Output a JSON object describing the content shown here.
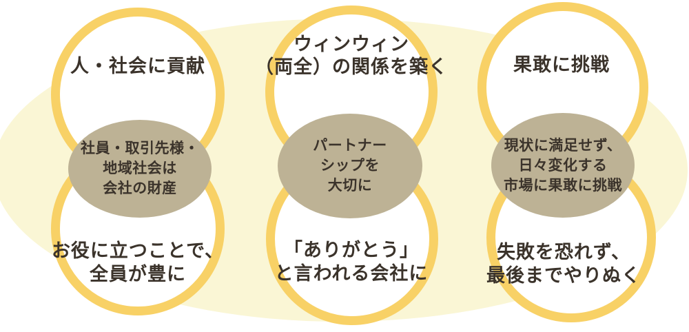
{
  "theme": {
    "page_bg": "#ffffff",
    "blob_fill": "#FAF6D5",
    "circle_fill": "#ffffff",
    "circle_border": "#F8D166",
    "lens_fill": "#BDB295",
    "text_color": "#3B332B"
  },
  "columns": [
    {
      "top_lines": [
        "人・社会に貢献"
      ],
      "middle_lines": [
        "社員・取引先様・",
        "地域社会は",
        "会社の財産"
      ],
      "bottom_lines": [
        "お役に立つことで、",
        "全員が豊に"
      ]
    },
    {
      "top_lines": [
        "ウィンウィン",
        "（両全）の関係を築く"
      ],
      "middle_lines": [
        "パートナー",
        "シップを",
        "大切に"
      ],
      "bottom_lines": [
        "「ありがとう」",
        "と言われる会社に"
      ]
    },
    {
      "top_lines": [
        "果敢に挑戦"
      ],
      "middle_lines": [
        "現状に満足せず、",
        "日々変化する",
        "市場に果敢に挑戦"
      ],
      "bottom_lines": [
        "失敗を恐れず、",
        "最後までやりぬく"
      ]
    }
  ]
}
